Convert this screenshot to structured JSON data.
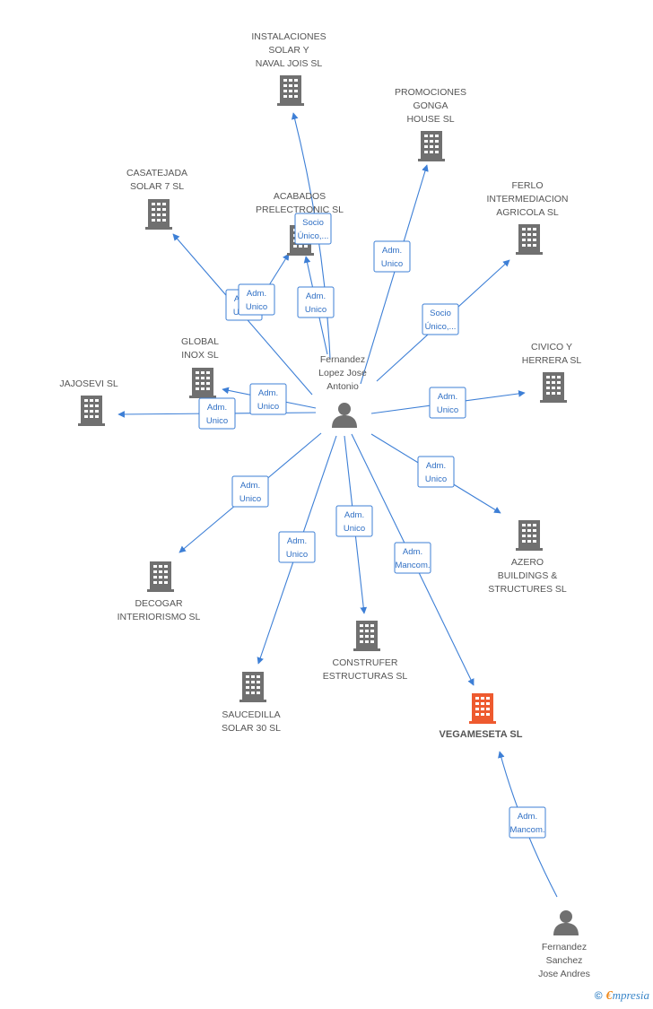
{
  "colors": {
    "edge": "#3d7fd6",
    "node_gray": "#707070",
    "node_highlight": "#ee5a2f",
    "label": "#555555"
  },
  "nodes": [
    {
      "id": "fernandez_lopez",
      "kind": "person",
      "label": [
        "Fernandez",
        "Lopez Jose",
        "Antonio"
      ]
    },
    {
      "id": "fernandez_sanchez",
      "kind": "person",
      "label": [
        "Fernandez",
        "Sanchez",
        "Jose Andres"
      ]
    },
    {
      "id": "instalaciones",
      "kind": "company",
      "label": [
        "INSTALACIONES",
        "SOLAR Y",
        "NAVAL JOIS SL"
      ]
    },
    {
      "id": "promociones",
      "kind": "company",
      "label": [
        "PROMOCIONES",
        "GONGA",
        "HOUSE  SL"
      ]
    },
    {
      "id": "casatejada",
      "kind": "company",
      "label": [
        "CASATEJADA",
        "SOLAR 7 SL"
      ]
    },
    {
      "id": "acabados",
      "kind": "company",
      "label": [
        "ACABADOS",
        "PRELECTRONIC SL"
      ]
    },
    {
      "id": "ferlo",
      "kind": "company",
      "label": [
        "FERLO",
        "INTERMEDIACION",
        "AGRICOLA  SL"
      ]
    },
    {
      "id": "global_inox",
      "kind": "company",
      "label": [
        "GLOBAL",
        "INOX SL"
      ]
    },
    {
      "id": "civico",
      "kind": "company",
      "label": [
        "CIVICO Y",
        "HERRERA SL"
      ]
    },
    {
      "id": "jajosevi",
      "kind": "company",
      "label": [
        "JAJOSEVI SL"
      ]
    },
    {
      "id": "azero",
      "kind": "company",
      "label": [
        "AZERO",
        "BUILDINGS &",
        "STRUCTURES SL"
      ]
    },
    {
      "id": "decogar",
      "kind": "company",
      "label": [
        "DECOGAR",
        "INTERIORISMO SL"
      ]
    },
    {
      "id": "construfer",
      "kind": "company",
      "label": [
        "CONSTRUFER",
        "ESTRUCTURAS SL"
      ]
    },
    {
      "id": "saucedilla",
      "kind": "company",
      "label": [
        "SAUCEDILLA",
        "SOLAR 30 SL"
      ]
    },
    {
      "id": "vegameseta",
      "kind": "company",
      "highlight": true,
      "label": [
        "VEGAMESETA SL"
      ]
    }
  ],
  "edges": [
    {
      "from": "fernandez_lopez",
      "to": "instalaciones",
      "label": [
        "Socio",
        "Único,..."
      ]
    },
    {
      "from": "fernandez_lopez",
      "to": "promociones",
      "label": [
        "Adm.",
        "Unico"
      ]
    },
    {
      "from": "fernandez_lopez",
      "to": "casatejada",
      "label": [
        "Adm.",
        "Unico"
      ]
    },
    {
      "from": "fernandez_lopez",
      "to": "acabados",
      "label": [
        "Adm.",
        "Unico"
      ]
    },
    {
      "from": "fernandez_lopez",
      "to": "acabados",
      "label": [
        "Adm.",
        "Unico"
      ]
    },
    {
      "from": "fernandez_lopez",
      "to": "ferlo",
      "label": [
        "Socio",
        "Único,..."
      ]
    },
    {
      "from": "fernandez_lopez",
      "to": "global_inox",
      "label": [
        "Adm.",
        "Unico"
      ]
    },
    {
      "from": "fernandez_lopez",
      "to": "civico",
      "label": [
        "Adm.",
        "Unico"
      ]
    },
    {
      "from": "fernandez_lopez",
      "to": "jajosevi",
      "label": [
        "Adm.",
        "Unico"
      ]
    },
    {
      "from": "fernandez_lopez",
      "to": "azero",
      "label": [
        "Adm.",
        "Unico"
      ]
    },
    {
      "from": "fernandez_lopez",
      "to": "decogar",
      "label": [
        "Adm.",
        "Unico"
      ]
    },
    {
      "from": "fernandez_lopez",
      "to": "construfer",
      "label": [
        "Adm.",
        "Unico"
      ]
    },
    {
      "from": "fernandez_lopez",
      "to": "saucedilla",
      "label": [
        "Adm.",
        "Unico"
      ]
    },
    {
      "from": "fernandez_lopez",
      "to": "vegameseta",
      "label": [
        "Adm.",
        "Mancom."
      ]
    },
    {
      "from": "fernandez_sanchez",
      "to": "vegameseta",
      "label": [
        "Adm.",
        "Mancom."
      ]
    }
  ],
  "footer": {
    "copyright": "©",
    "brand_initial": "€",
    "brand_rest": "mpresia"
  }
}
